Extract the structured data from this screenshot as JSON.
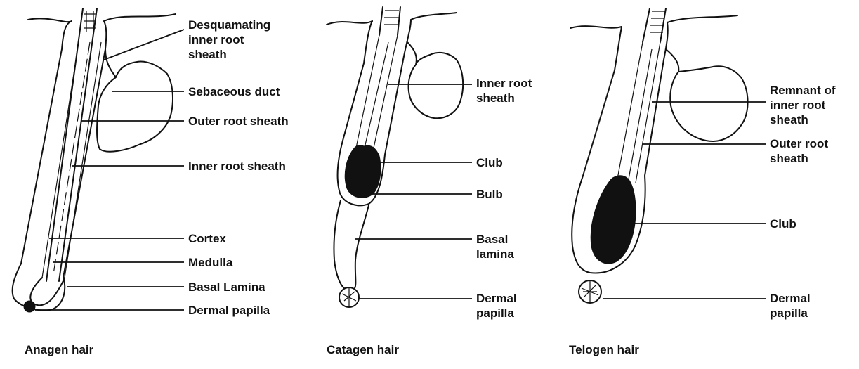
{
  "panels": [
    {
      "caption": "Anagen hair",
      "labels": {
        "desquamating": "Desquamating\ninner root\nsheath",
        "sebaceous_duct": "Sebaceous duct",
        "outer_root_sheath": "Outer root sheath",
        "inner_root_sheath": "Inner root sheath",
        "cortex": "Cortex",
        "medulla": "Medulla",
        "basal_lamina": "Basal Lamina",
        "dermal_papilla": "Dermal papilla"
      }
    },
    {
      "caption": "Catagen hair",
      "labels": {
        "inner_root_sheath": "Inner root\nsheath",
        "club": "Club",
        "bulb": "Bulb",
        "basal_lamina": "Basal\nlamina",
        "dermal_papilla": "Dermal\npapilla"
      }
    },
    {
      "caption": "Telogen hair",
      "labels": {
        "remnant": "Remnant of\ninner root\nsheath",
        "outer_root_sheath": "Outer root\nsheath",
        "club": "Club",
        "dermal_papilla": "Dermal\npapilla"
      }
    }
  ],
  "colors": {
    "ink": "#111111",
    "background": "#ffffff"
  }
}
